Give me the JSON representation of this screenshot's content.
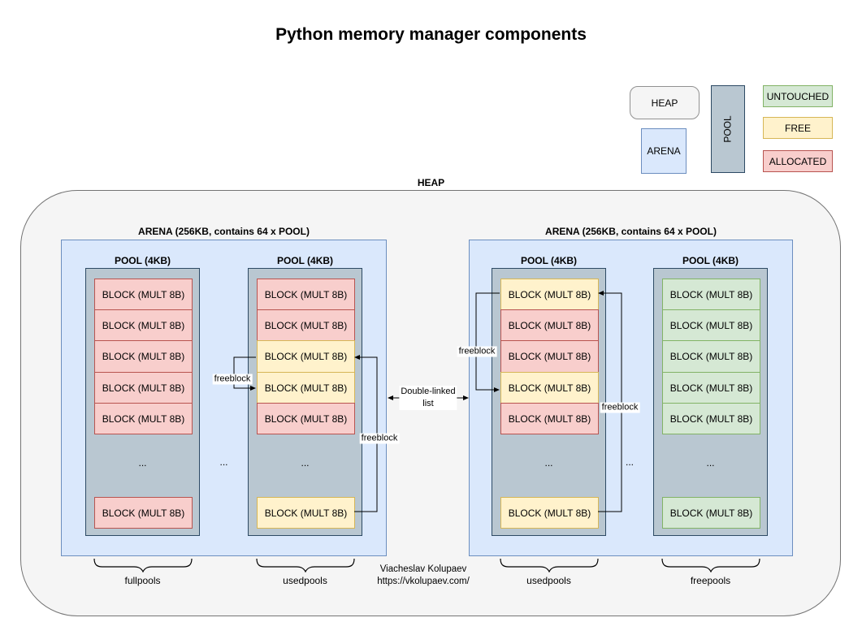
{
  "title": "Python memory manager components",
  "heap": {
    "label": "HEAP"
  },
  "legend": {
    "heap_label": "HEAP",
    "arena_label": "ARENA",
    "pool_label": "POOL",
    "states": [
      {
        "label": "UNTOUCHED",
        "state": "untouched"
      },
      {
        "label": "FREE",
        "state": "free"
      },
      {
        "label": "ALLOCATED",
        "state": "allocated"
      }
    ]
  },
  "colors": {
    "untouched_fill": "#d5e8d4",
    "untouched_border": "#82b366",
    "free_fill": "#fff2cc",
    "free_border": "#d6b656",
    "allocated_fill": "#f8cecc",
    "allocated_border": "#b85450",
    "arena_fill": "#dae8fc",
    "arena_border": "#6c8ebf",
    "pool_fill": "#b9c7d1",
    "pool_border": "#2d4a64",
    "heap_fill": "#f5f5f5",
    "heap_border": "#747474",
    "legend_heap_border": "#919191",
    "arrow_color": "#000000"
  },
  "block_label": "BLOCK (MULT 8B)",
  "ellipsis": "...",
  "freeblock_label": "freeblock",
  "double_linked": {
    "line1": "Double-linked",
    "line2": "list"
  },
  "arenas": [
    {
      "label": "ARENA (256KB, contains 64 x POOL)",
      "pools": [
        {
          "label": "POOL (4KB)",
          "brace_label": "fullpools",
          "blocks": [
            "allocated",
            "allocated",
            "allocated",
            "allocated",
            "allocated"
          ],
          "bottom_block": "allocated"
        },
        {
          "label": "POOL (4KB)",
          "brace_label": "usedpools",
          "blocks": [
            "allocated",
            "allocated",
            "free",
            "free",
            "allocated"
          ],
          "bottom_block": "free"
        }
      ]
    },
    {
      "label": "ARENA (256KB, contains 64 x POOL)",
      "pools": [
        {
          "label": "POOL (4KB)",
          "brace_label": "usedpools",
          "blocks": [
            "free",
            "allocated",
            "allocated",
            "free",
            "allocated"
          ],
          "bottom_block": "free"
        },
        {
          "label": "POOL (4KB)",
          "brace_label": "freepools",
          "blocks": [
            "untouched",
            "untouched",
            "untouched",
            "untouched",
            "untouched"
          ],
          "bottom_block": "untouched"
        }
      ]
    }
  ],
  "credit": {
    "line1": "Viacheslav Kolupaev",
    "line2": "https://vkolupaev.com/"
  }
}
